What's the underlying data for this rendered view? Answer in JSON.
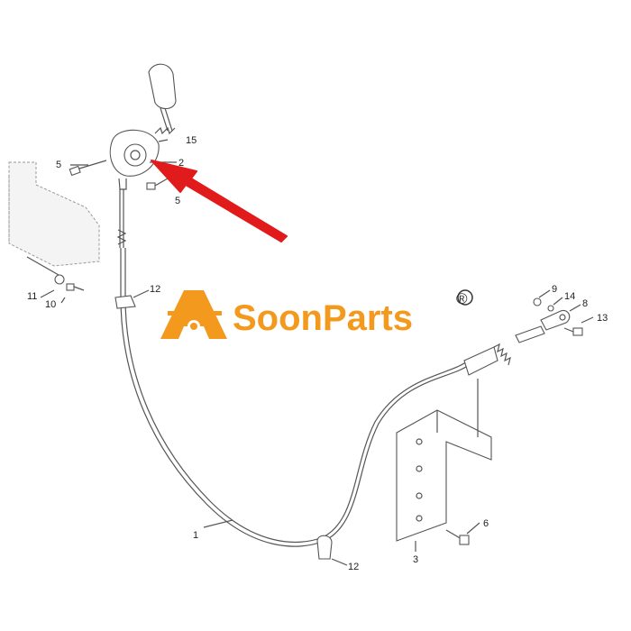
{
  "watermark": {
    "brand": "SoonParts",
    "registered_mark": "®",
    "color": "#f39a1e"
  },
  "callouts": {
    "c1": "1",
    "c2": "2",
    "c3": "3",
    "c5a": "5",
    "c5b": "5",
    "c6": "6",
    "c8": "8",
    "c9": "9",
    "c10": "10",
    "c11": "11",
    "c12a": "12",
    "c12b": "12",
    "c13": "13",
    "c14": "14",
    "c15": "15"
  },
  "highlight_arrow": {
    "color": "#e11b1b",
    "points_to_part": "2"
  }
}
